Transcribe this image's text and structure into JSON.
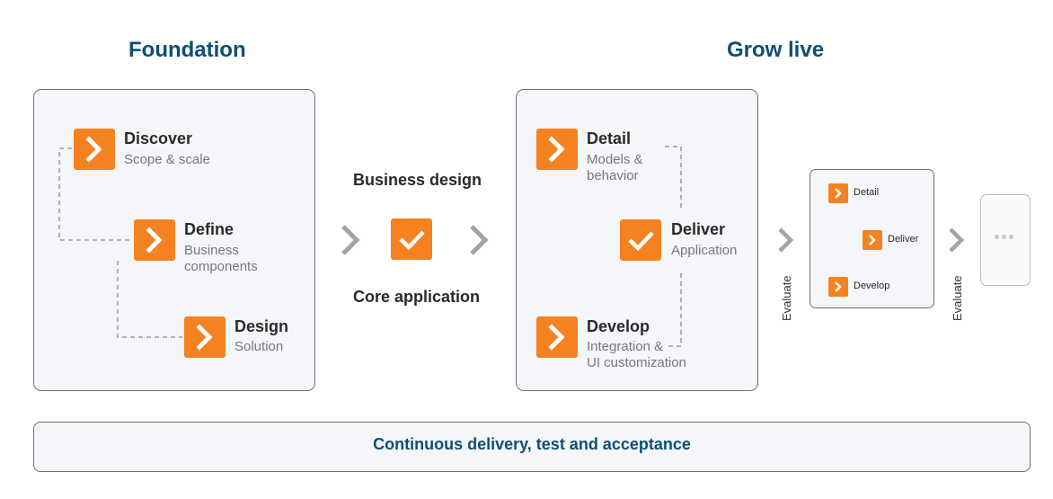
{
  "headings": {
    "foundation": "Foundation",
    "grow_live": "Grow live"
  },
  "foundation": {
    "discover": {
      "title": "Discover",
      "sub": "Scope & scale"
    },
    "define": {
      "title": "Define",
      "sub1": "Business",
      "sub2": "components"
    },
    "design": {
      "title": "Design",
      "sub": "Solution"
    }
  },
  "middle": {
    "top": "Business design",
    "bottom": "Core application"
  },
  "grow": {
    "detail": {
      "title": "Detail",
      "sub1": "Models &",
      "sub2": "behavior"
    },
    "deliver": {
      "title": "Deliver",
      "sub": "Application"
    },
    "develop": {
      "title": "Develop",
      "sub1": "Integration &",
      "sub2": "UI customization"
    }
  },
  "evaluate_label": "Evaluate",
  "mini": {
    "detail": "Detail",
    "deliver": "Deliver",
    "develop": "Develop"
  },
  "more_dots": "•••",
  "bottom_bar": "Continuous delivery, test and acceptance",
  "colors": {
    "accent": "#f58220",
    "heading": "#0d4f73",
    "panel_bg": "#f4f6f9",
    "chevron": "#a3a3a3"
  },
  "icons": {
    "step": "chevron-right-icon",
    "done": "check-icon",
    "flow": "chevron-right-icon"
  }
}
